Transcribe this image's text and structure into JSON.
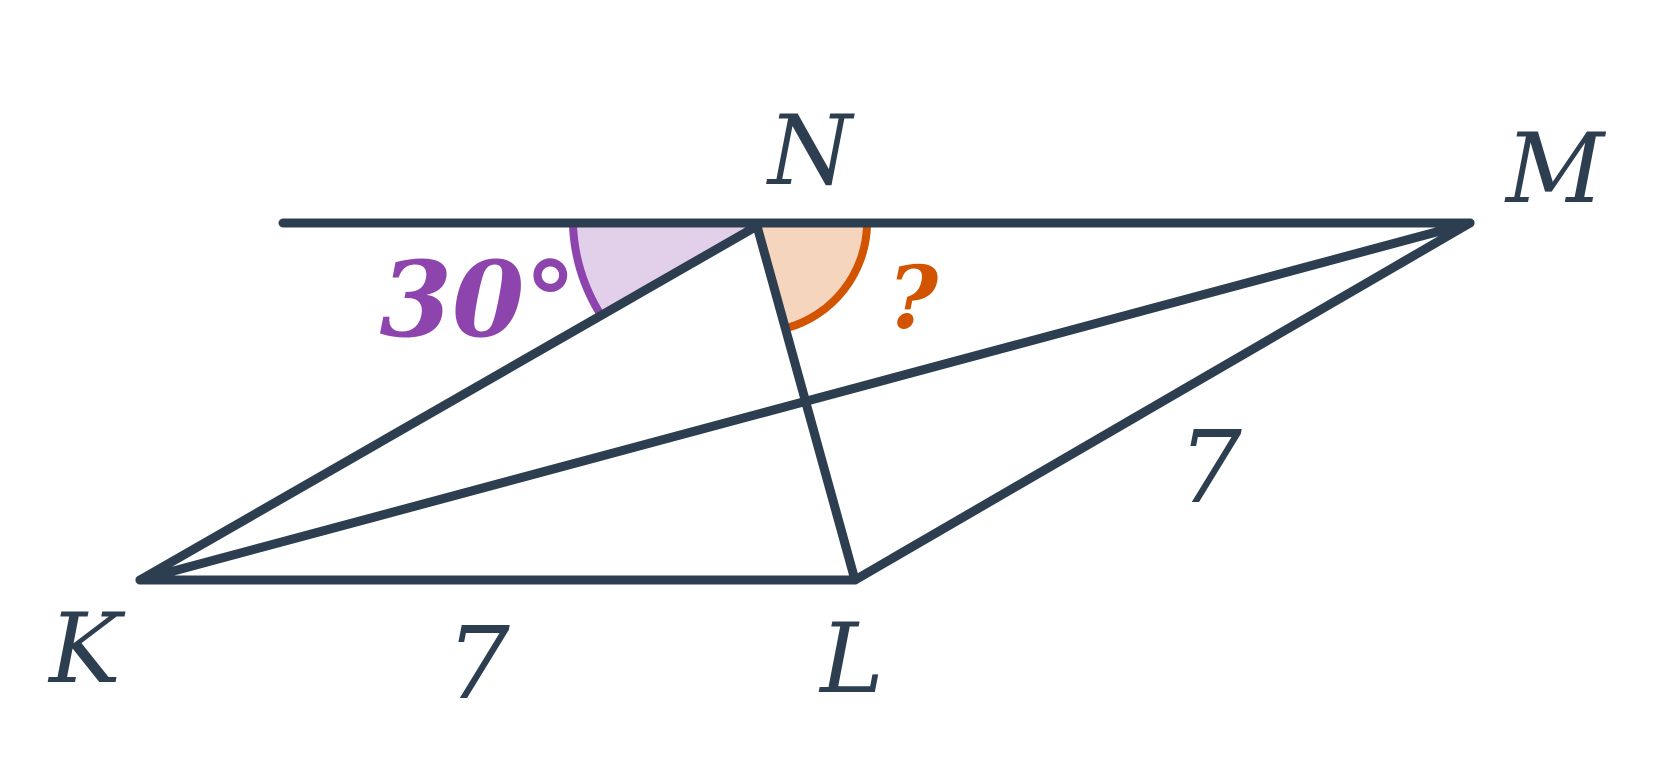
{
  "points": {
    "K": "K",
    "L": "L",
    "M": "M",
    "N": "N"
  },
  "labels": {
    "side_KL": "7",
    "side_LM": "7",
    "angle_known": "30°",
    "angle_unknown": "?"
  },
  "colors": {
    "line": "#2d3e50",
    "purple": "#8e44ad",
    "purple_fill": "#e2d0ea",
    "orange": "#d35400",
    "orange_fill": "#f5d5bd"
  }
}
